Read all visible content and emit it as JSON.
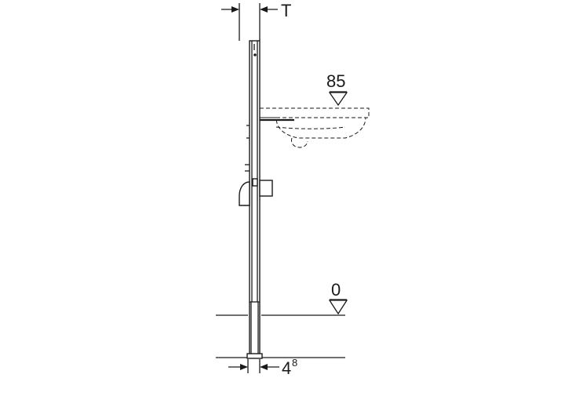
{
  "labels": {
    "depth": "T",
    "sink_height": "85",
    "floor_level": "0",
    "adjust_base": "4",
    "adjust_sup": "8"
  }
}
